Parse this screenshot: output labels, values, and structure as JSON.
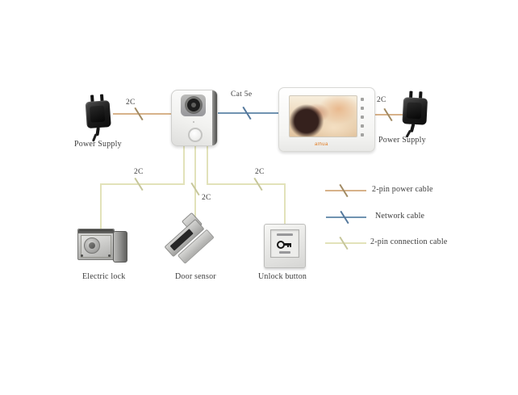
{
  "devices": {
    "power_supply_left": "Power Supply",
    "power_supply_right": "Power  Supply",
    "electric_lock": "Electric lock",
    "door_sensor": "Door sensor",
    "unlock_button": "Unlock button"
  },
  "monitor": {
    "logo": "alhua"
  },
  "wire_labels": {
    "left_power": "2C",
    "network": "Cat 5e",
    "right_power": "2C",
    "branch_lock": "2C",
    "branch_sensor": "2C",
    "branch_unlock": "2C"
  },
  "legend": [
    {
      "label": "2-pin power cable",
      "color": "#d7b28a"
    },
    {
      "label": "Network cable",
      "color": "#7093b1"
    },
    {
      "label": "2-pin connection cable",
      "color": "#e2e2ba"
    }
  ]
}
